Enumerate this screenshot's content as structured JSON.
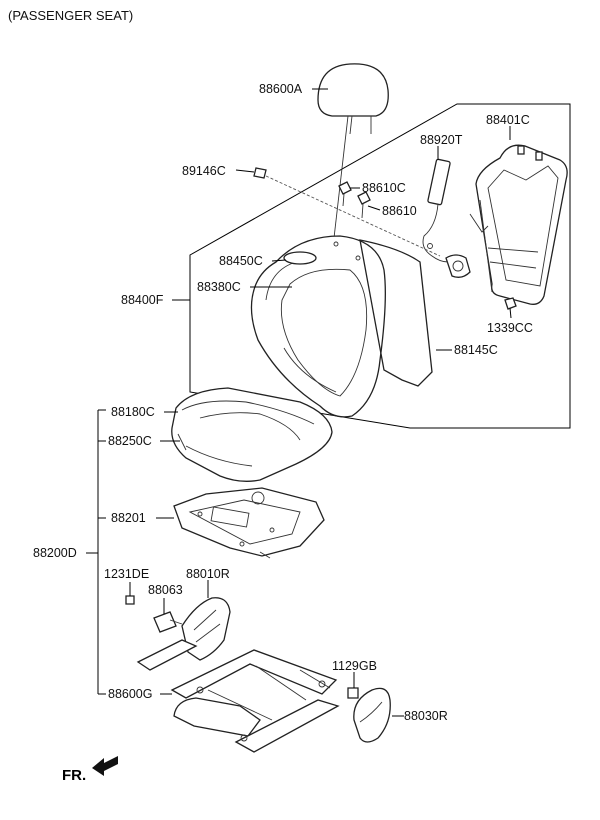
{
  "title": "(PASSENGER SEAT)",
  "fr_label": "FR.",
  "parts": {
    "headrest": "88600A",
    "screw_89146c": "89146C",
    "seatback_frame": "88401C",
    "sensor": "88920T",
    "guide_88610c": "88610C",
    "guide_88610": "88610",
    "pad_88450c": "88450C",
    "cover_88380c": "88380C",
    "seatback_assy": "88400F",
    "nut_1339cc": "1339CC",
    "board_88145c": "88145C",
    "cushion_cover": "88180C",
    "cushion_pad": "88250C",
    "pan": "88201",
    "cushion_assy": "88200D",
    "bolt_1231de": "1231DE",
    "cover_88010r": "88010R",
    "lever_88063": "88063",
    "bolt_1129gb": "1129GB",
    "track": "88600G",
    "shield": "88030R"
  }
}
